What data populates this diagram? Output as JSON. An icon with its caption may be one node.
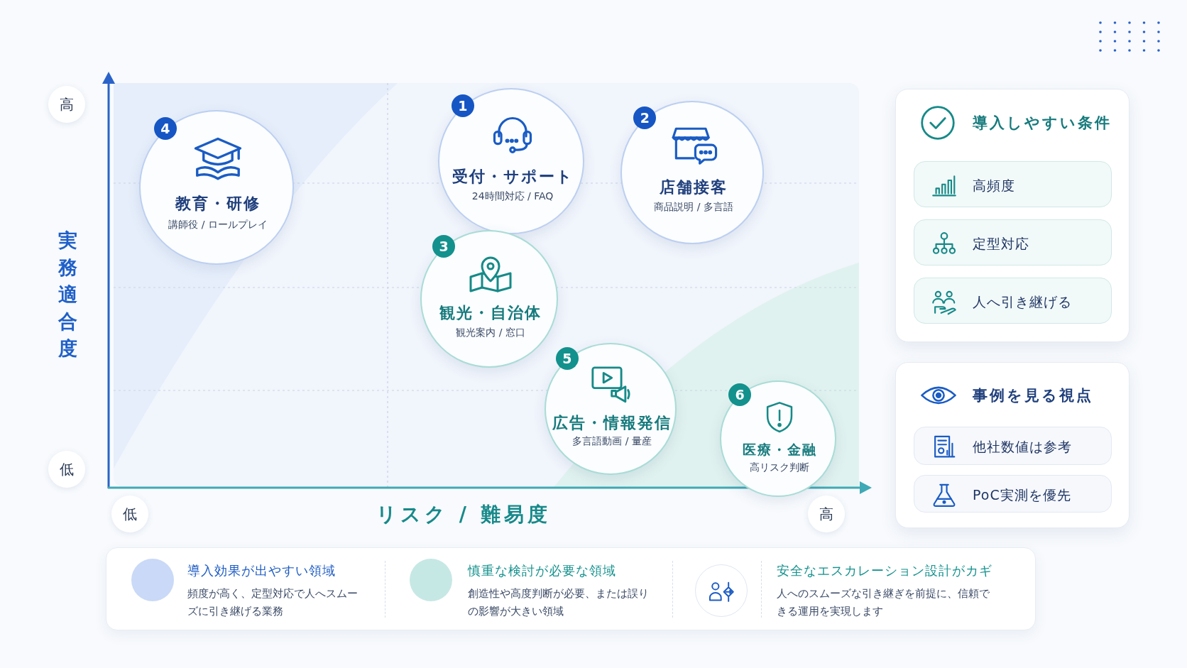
{
  "diagram": {
    "nodes": [
      {
        "text": [
          "1",
          "受付・サポート",
          "24時間対応 / FAQ"
        ]
      },
      {
        "text": [
          "2",
          "店舗接客",
          "商品説明 / 多言語"
        ]
      },
      {
        "text": [
          "3",
          "観光・自治体",
          "観光案内 / 窓口"
        ]
      },
      {
        "text": [
          "4",
          "教育・研修",
          "講師役 / ロールプレイ"
        ]
      },
      {
        "text": [
          "5",
          "広告・情報発信",
          "多言語動画 / 量産"
        ]
      },
      {
        "text": [
          "6",
          "医療・金融",
          "高リスク判断"
        ]
      },
      {
        "text": [
          "導入しやすい条件"
        ]
      },
      {
        "text": [
          "高頻度"
        ],
        "in": 6
      },
      {
        "text": [
          "定型対応"
        ],
        "in": 6
      },
      {
        "text": [
          "人へ引き継げる"
        ],
        "in": 6
      },
      {
        "text": [
          "事例を見る視点"
        ]
      },
      {
        "text": [
          "他社数値は参考"
        ],
        "in": 10
      },
      {
        "text": [
          "PoC実測を優先"
        ],
        "in": 10
      }
    ],
    "labels": [
      "高",
      "実務適合度",
      "低",
      "低",
      "リスク / 難易度",
      "高",
      "頻度が高く、定型対応で人へスムーズに引き継げる業務",
      "創造性や高度判断が必要、または誤りの影響が大きい領域",
      "安全なエスカレーション設計がカギ",
      "人へのスムーズな引き継ぎを前提に、信頼できる運用を実現します"
    ],
    "legend": [
      {
        "text": "導入効果が出やすい領域",
        "color": "#c9d9f7"
      },
      {
        "text": "慎重な検討が必要な領域",
        "color": "#c6e8e5"
      }
    ]
  }
}
